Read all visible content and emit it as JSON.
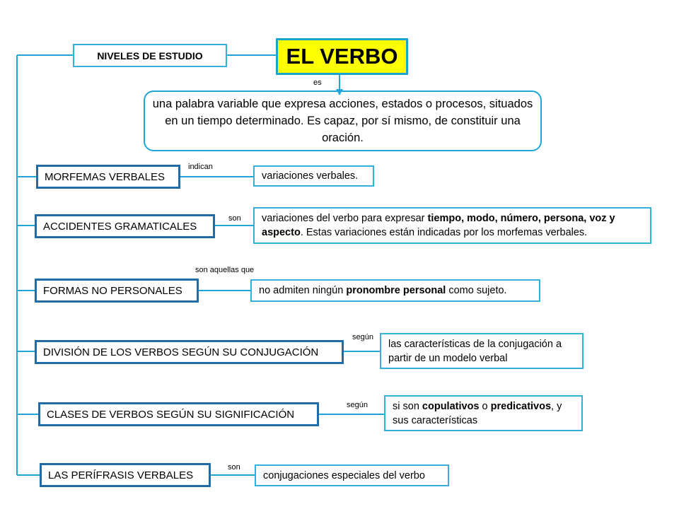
{
  "title": "EL VERBO",
  "levels_label": "NIVELES DE ESTUDIO",
  "link_es": "es",
  "definition": "una palabra variable que expresa acciones, estados o procesos, situados en un tiempo determinado. Es capaz, por sí mismo, de constituir una oración.",
  "rows": [
    {
      "left": "MORFEMAS VERBALES",
      "link": "indican",
      "right": [
        {
          "t": "variaciones verbales.",
          "b": false
        }
      ]
    },
    {
      "left": "ACCIDENTES GRAMATICALES",
      "link": "son",
      "right": [
        {
          "t": "variaciones del verbo para expresar ",
          "b": false
        },
        {
          "t": "tiempo, modo, número, persona, voz y aspecto",
          "b": true
        },
        {
          "t": ". Estas variaciones están indicadas por los morfemas verbales.",
          "b": false
        }
      ]
    },
    {
      "left": "FORMAS NO PERSONALES",
      "link": "son aquellas que",
      "right": [
        {
          "t": "no admiten ningún ",
          "b": false
        },
        {
          "t": "pronombre personal",
          "b": true
        },
        {
          "t": " como sujeto.",
          "b": false
        }
      ]
    },
    {
      "left": "DIVISIÓN  DE LOS VERBOS SEGÚN SU CONJUGACIÓN",
      "link": "según",
      "right": [
        {
          "t": "las características de la conjugación a partir de un modelo verbal",
          "b": false
        }
      ]
    },
    {
      "left": "CLASES DE VERBOS SEGÚN SU SIGNIFICACIÓN",
      "link": "según",
      "right": [
        {
          "t": "si son ",
          "b": false
        },
        {
          "t": "copulativos",
          "b": true
        },
        {
          "t": " o ",
          "b": false
        },
        {
          "t": "predicativos",
          "b": true
        },
        {
          "t": ", y sus características",
          "b": false
        }
      ]
    },
    {
      "left": "LAS PERÍFRASIS VERBALES",
      "link": "son",
      "right": [
        {
          "t": "conjugaciones especiales del verbo",
          "b": false
        }
      ]
    }
  ]
}
